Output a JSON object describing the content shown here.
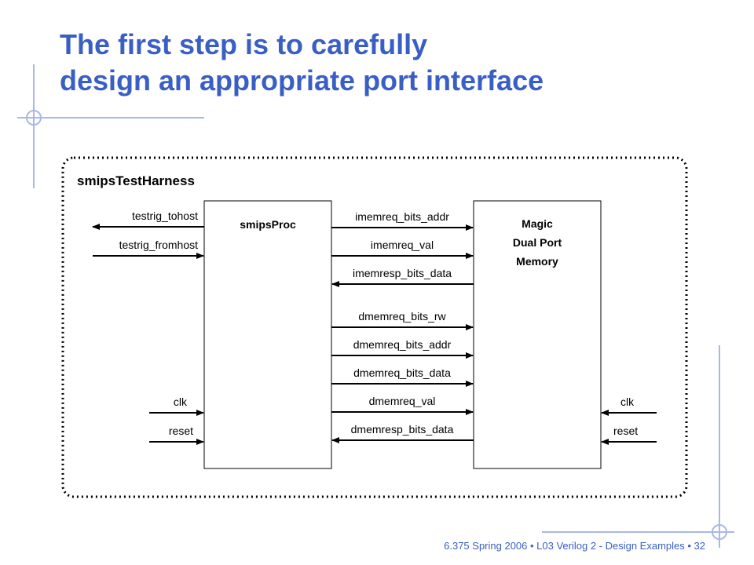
{
  "slide": {
    "title_line1": "The first step is to carefully",
    "title_line2": "design an appropriate port interface",
    "footer": "6.375 Spring 2006 • L03 Verilog 2 - Design Examples • 32"
  },
  "diagram": {
    "harness_label": "smipsTestHarness",
    "proc_label": "smipsProc",
    "memory_label": [
      "Magic",
      "Dual Port",
      "Memory"
    ],
    "left_signals": [
      "testrig_tohost",
      "testrig_fromhost",
      "clk",
      "reset"
    ],
    "middle_signals": [
      "imemreq_bits_addr",
      "imemreq_val",
      "imemresp_bits_data",
      "dmemreq_bits_rw",
      "dmemreq_bits_addr",
      "dmemreq_bits_data",
      "dmemreq_val",
      "dmemresp_bits_data"
    ],
    "right_signals": [
      "clk",
      "reset"
    ]
  },
  "colors": {
    "title": "#3a5fc4",
    "decor_lines": "#a9b8e6",
    "diagram": "#000000"
  }
}
